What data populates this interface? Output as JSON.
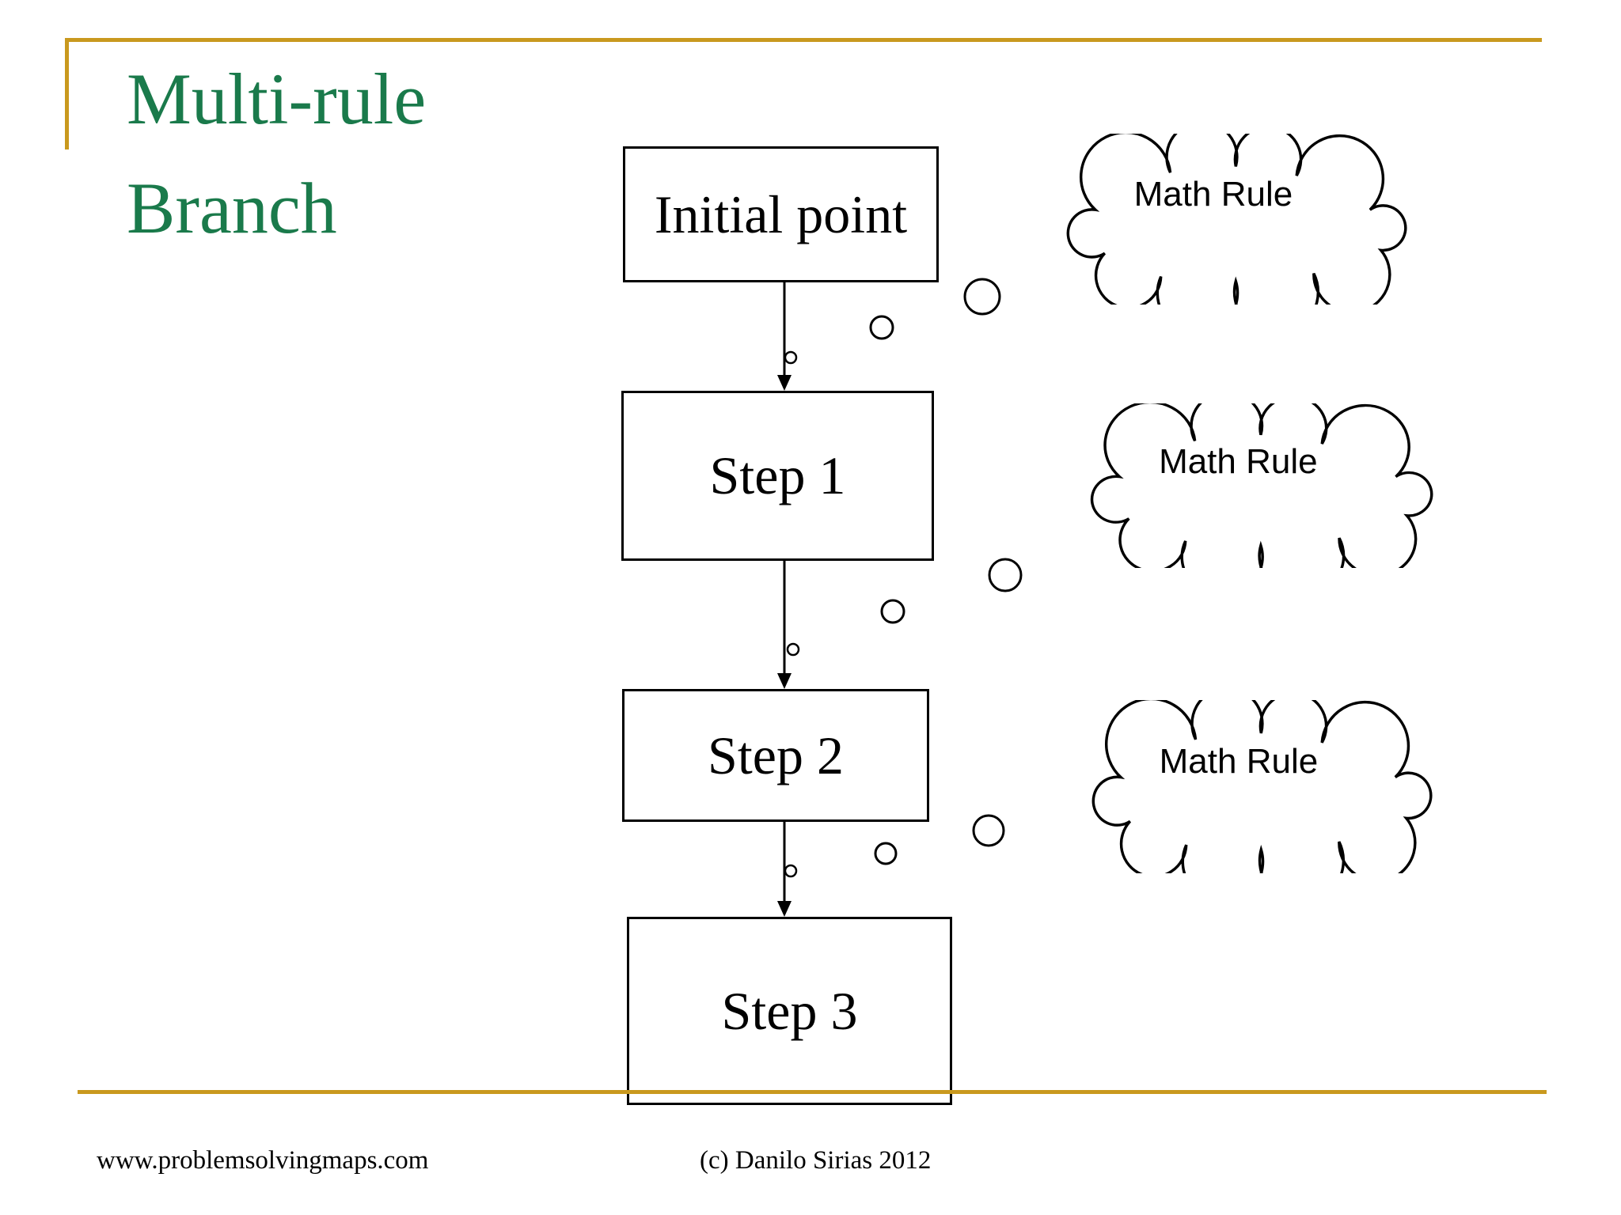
{
  "slide": {
    "title": {
      "line1": "Multi-rule",
      "line2": "Branch"
    },
    "flow": {
      "boxes": [
        {
          "label": "Initial point"
        },
        {
          "label": "Step 1"
        },
        {
          "label": "Step 2"
        },
        {
          "label": "Step 3"
        }
      ]
    },
    "clouds": [
      {
        "label": "Math Rule"
      },
      {
        "label": "Math Rule"
      },
      {
        "label": "Math Rule"
      }
    ],
    "footer": {
      "website": "www.problemsolvingmaps.com",
      "copyright": "(c) Danilo Sirias 2012"
    },
    "colors": {
      "accent_gold": "#C9991E",
      "title_green": "#1A7A4B",
      "ink": "#000000",
      "background": "#FFFFFF"
    }
  }
}
